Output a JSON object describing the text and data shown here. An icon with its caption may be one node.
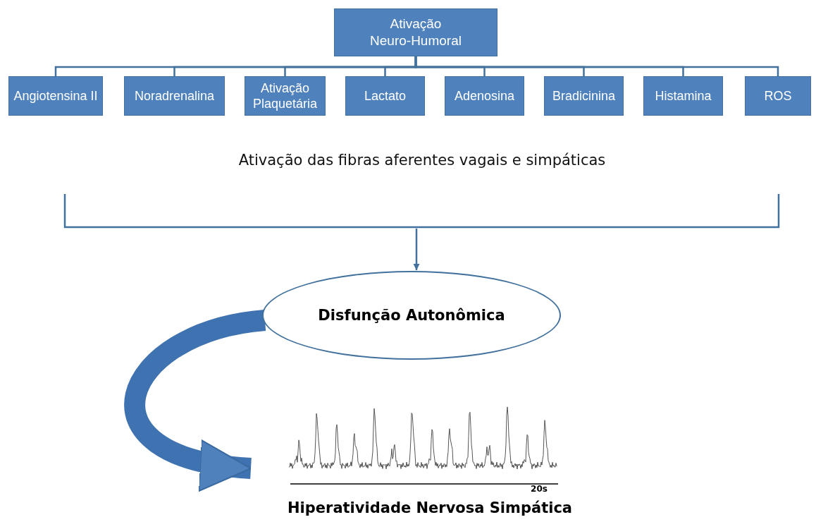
{
  "diagram": {
    "nodes": [
      {
        "text": [
          "Ativação Neuro-Humoral"
        ]
      },
      {
        "text": [
          "Angiotensina II"
        ]
      },
      {
        "text": [
          "Noradrenalina"
        ]
      },
      {
        "text": [
          "Ativação Plaquetária"
        ]
      },
      {
        "text": [
          "Lactato"
        ]
      },
      {
        "text": [
          "Adenosina"
        ]
      },
      {
        "text": [
          "Bradicinina"
        ]
      },
      {
        "text": [
          "Histamina"
        ]
      },
      {
        "text": [
          "ROS"
        ]
      },
      {
        "text": [
          "Ativação das fibras aferentes vagais e simpáticas"
        ]
      },
      {
        "text": [
          "Disfunção Autonômica"
        ]
      },
      {
        "text": [],
        "shape": "picture",
        "beside": [
          "20s",
          "Hiperatividade Nervosa Simpática"
        ]
      }
    ],
    "edges": [
      {
        "from": 0,
        "to": 1,
        "arrow": "none"
      },
      {
        "from": 0,
        "to": 2,
        "arrow": "none"
      },
      {
        "from": 0,
        "to": 3,
        "arrow": "none"
      },
      {
        "from": 0,
        "to": 4,
        "arrow": "none"
      },
      {
        "from": 0,
        "to": 5,
        "arrow": "none"
      },
      {
        "from": 0,
        "to": 6,
        "arrow": "none"
      },
      {
        "from": 0,
        "to": 7,
        "arrow": "none"
      },
      {
        "from": 0,
        "to": 8,
        "arrow": "none"
      },
      {
        "from": 9,
        "to": 10,
        "arrow": "to"
      },
      {
        "from": 10,
        "to": 11,
        "arrow": "to",
        "style": "thick"
      }
    ]
  }
}
